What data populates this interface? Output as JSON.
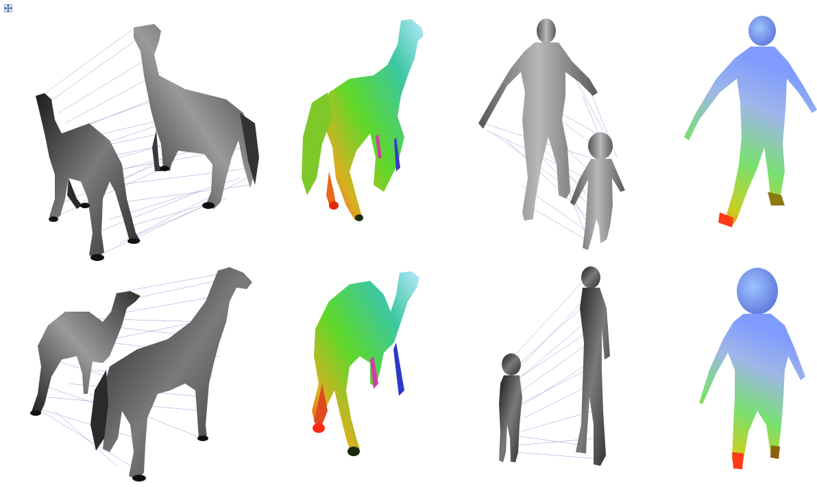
{
  "figure": {
    "panels": [
      {
        "row": 1,
        "col": 1,
        "kind": "correspondence",
        "subject": "camel-horse"
      },
      {
        "row": 1,
        "col": 2,
        "kind": "colored-mapping",
        "subject": "horse"
      },
      {
        "row": 1,
        "col": 3,
        "kind": "correspondence",
        "subject": "woman-baby"
      },
      {
        "row": 1,
        "col": 4,
        "kind": "colored-mapping",
        "subject": "woman"
      },
      {
        "row": 2,
        "col": 1,
        "kind": "correspondence",
        "subject": "camel-horse"
      },
      {
        "row": 2,
        "col": 2,
        "kind": "colored-mapping",
        "subject": "camel"
      },
      {
        "row": 2,
        "col": 3,
        "kind": "correspondence",
        "subject": "baby-man"
      },
      {
        "row": 2,
        "col": 4,
        "kind": "colored-mapping",
        "subject": "baby"
      }
    ]
  },
  "colors": {
    "mesh_dark": "#2a2a2a",
    "mesh_light": "#bdbdbd",
    "line": "#3b3bb0"
  },
  "icons": {
    "anchor": "move-anchor-icon"
  }
}
